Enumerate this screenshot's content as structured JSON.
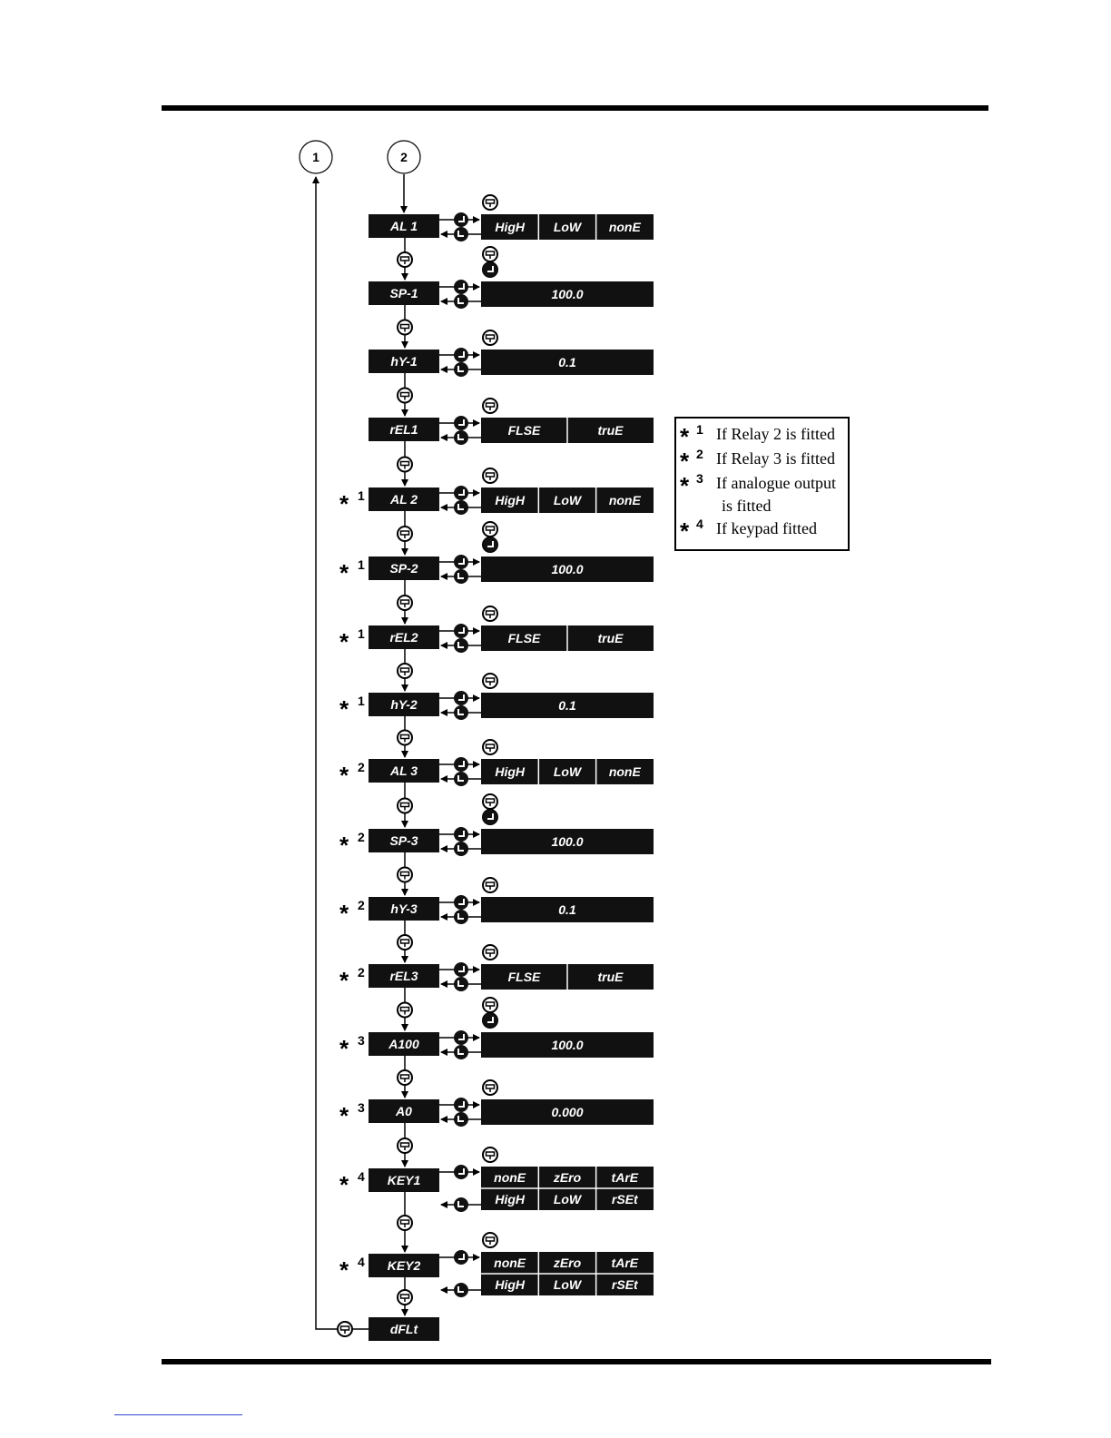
{
  "connectors": [
    {
      "id": "conn-1",
      "label": "1"
    },
    {
      "id": "conn-2",
      "label": "2"
    }
  ],
  "parameters": [
    {
      "label": "AL 1",
      "note": "",
      "options": [
        "HigH",
        "LoW",
        "nonE"
      ]
    },
    {
      "label": "SP-1",
      "note": "",
      "options": [
        "100.0"
      ]
    },
    {
      "label": "hY-1",
      "note": "",
      "options": [
        "0.1"
      ]
    },
    {
      "label": "rEL1",
      "note": "",
      "options": [
        "FLSE",
        "truE"
      ]
    },
    {
      "label": "AL 2",
      "note": "1",
      "options": [
        "HigH",
        "LoW",
        "nonE"
      ]
    },
    {
      "label": "SP-2",
      "note": "1",
      "options": [
        "100.0"
      ]
    },
    {
      "label": "rEL2",
      "note": "1",
      "options": [
        "FLSE",
        "truE"
      ]
    },
    {
      "label": "hY-2",
      "note": "1",
      "options": [
        "0.1"
      ]
    },
    {
      "label": "AL 3",
      "note": "2",
      "options": [
        "HigH",
        "LoW",
        "nonE"
      ]
    },
    {
      "label": "SP-3",
      "note": "2",
      "options": [
        "100.0"
      ]
    },
    {
      "label": "hY-3",
      "note": "2",
      "options": [
        "0.1"
      ]
    },
    {
      "label": "rEL3",
      "note": "2",
      "options": [
        "FLSE",
        "truE"
      ]
    },
    {
      "label": "A100",
      "note": "3",
      "options": [
        "100.0"
      ]
    },
    {
      "label": "A0",
      "note": "3",
      "options": [
        "0.000"
      ]
    },
    {
      "label": "KEY1",
      "note": "4",
      "options": [
        "nonE",
        "zEro",
        "tArE",
        "HigH",
        "LoW",
        "rSEt"
      ]
    },
    {
      "label": "KEY2",
      "note": "4",
      "options": [
        "nonE",
        "zEro",
        "tArE",
        "HigH",
        "LoW",
        "rSEt"
      ]
    },
    {
      "label": "dFLt",
      "note": "",
      "options": []
    }
  ],
  "legend": {
    "items": [
      {
        "num": "1",
        "text": "If Relay 2 is fitted",
        "text2": ""
      },
      {
        "num": "2",
        "text": "If Relay 3 is fitted",
        "text2": ""
      },
      {
        "num": "3",
        "text": "If analogue output",
        "text2": "is fitted"
      },
      {
        "num": "4",
        "text": "If keypad fitted",
        "text2": ""
      }
    ]
  },
  "colors": {
    "box": "#111111",
    "line": "#000000",
    "background": "#ffffff"
  },
  "icons": {
    "forward": "enter-key-icon",
    "next": "scroll-key-icon",
    "marker": "asterisk-icon"
  }
}
